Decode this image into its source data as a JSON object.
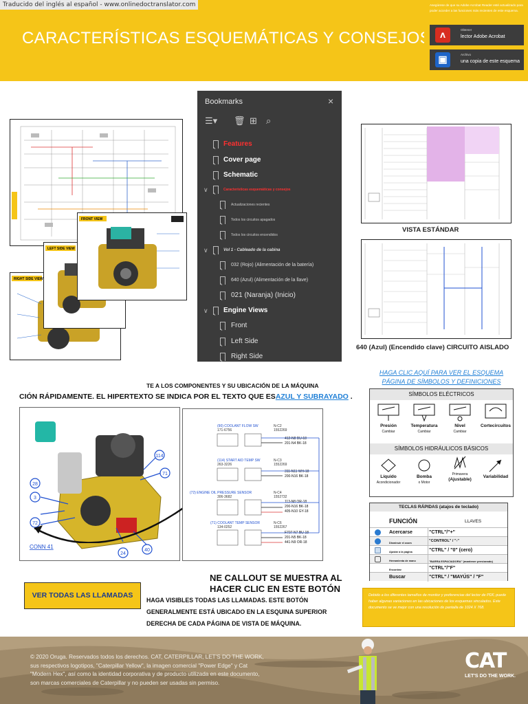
{
  "header": {
    "translated_notice": "Traducido del inglés al español - www.onlinedoctranslator.com",
    "title": "CARACTERÍSTICAS ESQUEMÁTICAS Y CONSEJOS",
    "adobe_note": "Asegúrese de que su Adobe Acrobat Reader esté actualizado para poder acceder a las funciones más recientes de este esquema.",
    "download1_small": "Obtener",
    "download1_label": "lector Adobe Acrobat",
    "download2_small": "Archivo",
    "download2_label": "una copia de este esquema"
  },
  "bookmarks": {
    "title": "Bookmarks",
    "close": "×",
    "items": [
      {
        "label": "Features",
        "style": "red"
      },
      {
        "label": "Cover page",
        "style": "white"
      },
      {
        "label": "Schematic",
        "style": "white"
      },
      {
        "label": "Características esquemáticas y consejos",
        "style": "red-small",
        "caret": "∨"
      },
      {
        "label": "Actualizaciones recientes",
        "style": "small"
      },
      {
        "label": "Todos los circuitos apagados",
        "style": "small"
      },
      {
        "label": "Todos los circuitos encendidos",
        "style": "small"
      },
      {
        "label": "Vol 1 - Cableado de la cabina",
        "style": "mid-italic",
        "caret": "∨"
      },
      {
        "label": "032 (Rojo) (Alimentación de la batería)",
        "style": "mid"
      },
      {
        "label": "640 (Azul) (Alimentación de la llave)",
        "style": "mid"
      },
      {
        "label": "021 (Naranja) (Inicio)",
        "style": "sec"
      },
      {
        "label": "Engine Views",
        "style": "white",
        "caret": "∨"
      },
      {
        "label": "Front",
        "style": "sec"
      },
      {
        "label": "Left Side",
        "style": "sec"
      },
      {
        "label": "Right Side",
        "style": "sec"
      }
    ]
  },
  "thumbs": {
    "front_view": "FRONT VIEW",
    "left_view": "LEFT SIDE VIEW",
    "right_view": "RIGHT SIDE VIEW"
  },
  "captions": {
    "standard": "VISTA ESTÁNDAR",
    "isolated": "640 (Azul) (Encendido clave) CIRCUITO AISLADO",
    "conn": "CONN 41"
  },
  "middle": {
    "line1": "TE A LOS COMPONENTES Y SU UBICACIÓN DE LA MÁQUINA",
    "line2_prefix": "CIÓN RÁPIDAMENTE. EL HIPERTEXTO SE INDICA POR EL TEXTO QUE ES",
    "line2_link": "AZUL Y SUBRAYADO",
    "line2_suffix": " ."
  },
  "engine_callouts": [
    "28",
    "3",
    "72",
    "24",
    "40",
    "71",
    "114"
  ],
  "wiring": {
    "s1": {
      "name": "(90) COOLANT FLOW SW",
      "part": "171-6756",
      "conn": "N-C2",
      "pn": "1552269",
      "w1": "412-N8 BU-18",
      "w2": "201-N4 BK-18"
    },
    "s2": {
      "name": "(114) START AID TEMP SW",
      "part": "263-3226",
      "conn": "N-C3",
      "pn": "1552269",
      "w1": "311-N11 WH-18",
      "w2": "200-N16 BK-18"
    },
    "s3": {
      "name": "(72) ENGINE OIL PRESSURE SENSOR",
      "part": "306-3682",
      "conn": "N-C4",
      "pn": "1552732",
      "w1": "113-N8 OR-18",
      "w2": "200-N16 BK-18",
      "w3": "405-N10 GY-18"
    },
    "s4": {
      "name": "(71) COOLANT TEMP SENSOR",
      "part": "134-0252",
      "conn": "N-C6",
      "pn": "1552267",
      "w1": "F707-N7 BU-18",
      "w2": "201-N5 BK-18",
      "w3": "441-N9 OR-18"
    }
  },
  "hero_link": "HAGA CLIC AQUÍ PARA VER EL ESQUEMA PÁGINA DE SÍMBOLOS Y DEFINICIONES",
  "symbols": {
    "electric_title": "SÍMBOLOS ELÉCTRICOS",
    "electric": [
      {
        "label": "Presión",
        "sub": "Cambiar"
      },
      {
        "label": "Temperatura",
        "sub": "Cambiar"
      },
      {
        "label": "Nivel",
        "sub": "Cambiar"
      },
      {
        "label": "Cortecircuitos",
        "sub": ""
      }
    ],
    "hydraulic_title": "SÍMBOLOS HIDRÁULICOS BÁSICOS",
    "hydraulic": [
      {
        "label": "Líquido",
        "sub": "Acondicionador"
      },
      {
        "label": "Bomba",
        "sub": "o Motor"
      },
      {
        "label": "(Ajustable)",
        "sub": "Primavera"
      },
      {
        "label": "Variabilidad",
        "sub": ""
      }
    ]
  },
  "shortcuts": {
    "title": "TECLAS RÁPIDAS (atajos de teclado)",
    "col1": "FUNCIÓN",
    "col2": "LLAVES",
    "rows": [
      {
        "fn": "Acercarse",
        "key": "\"CTRL\"/\"+\"",
        "icon": "zoom-in-icon",
        "tiny": false
      },
      {
        "fn": "Disminuir el zoom",
        "key": "\"CONTROL\" / \"-\"",
        "icon": "zoom-out-icon",
        "tiny": true
      },
      {
        "fn": "Ajustar a la página",
        "key": "\"CTRL\" / \"0\" (cero)",
        "icon": "fit-page-icon",
        "tiny": true
      },
      {
        "fn": "Herramienta de mano",
        "key": "\"BARRA ESPACIADORA\" (mantener presionado)",
        "icon": "hand-icon",
        "tiny": true
      },
      {
        "fn": "Encontrar",
        "key": "\"CTRL\"/\"F\"",
        "icon": "",
        "tiny": true
      },
      {
        "fn": "Buscar",
        "key": "\"CTRL\" / \"MAYÚS\" / \"F\"",
        "icon": "",
        "tiny": false
      }
    ]
  },
  "callout": {
    "title": "NE CALLOUT SE MUESTRA AL HACER CLIC EN ESTE BOTÓN",
    "button": "VER TODAS LAS LLAMADAS",
    "body": "HAGA VISIBLES TODAS LAS LLAMADAS. ESTE BOTÓN GENERALMENTE ESTÁ UBICADO EN LA ESQUINA SUPERIOR DERECHA DE CADA PÁGINA DE VISTA DE MÁQUINA."
  },
  "note": "Debido a los diferentes tamaños de monitor y preferencias del lector de PDF, puede haber algunas variaciones en las ubicaciones de los esquemas vinculados. Este documento se ve mejor con una resolución de pantalla de 1024 X 768.",
  "footer": {
    "copyright": "© 2020 Oruga. Reservados todos los derechos. CAT, CATERPILLAR, LET'S DO THE WORK, sus respectivos logotipos, \"Caterpillar Yellow\", la imagen comercial \"Power Edge\" y Cat \"Modern Hex\", así como la identidad corporativa y de producto utilizada en este documento, son marcas comerciales de Caterpillar y no pueden ser usadas sin permiso.",
    "logo": "CAT",
    "tagline": "LET'S DO THE WORK."
  },
  "colors": {
    "brand_yellow": "#f5c518",
    "link_blue": "#1f7fd6",
    "panel_dark": "#3b3b3b",
    "bookmark_red": "#ff3030"
  }
}
